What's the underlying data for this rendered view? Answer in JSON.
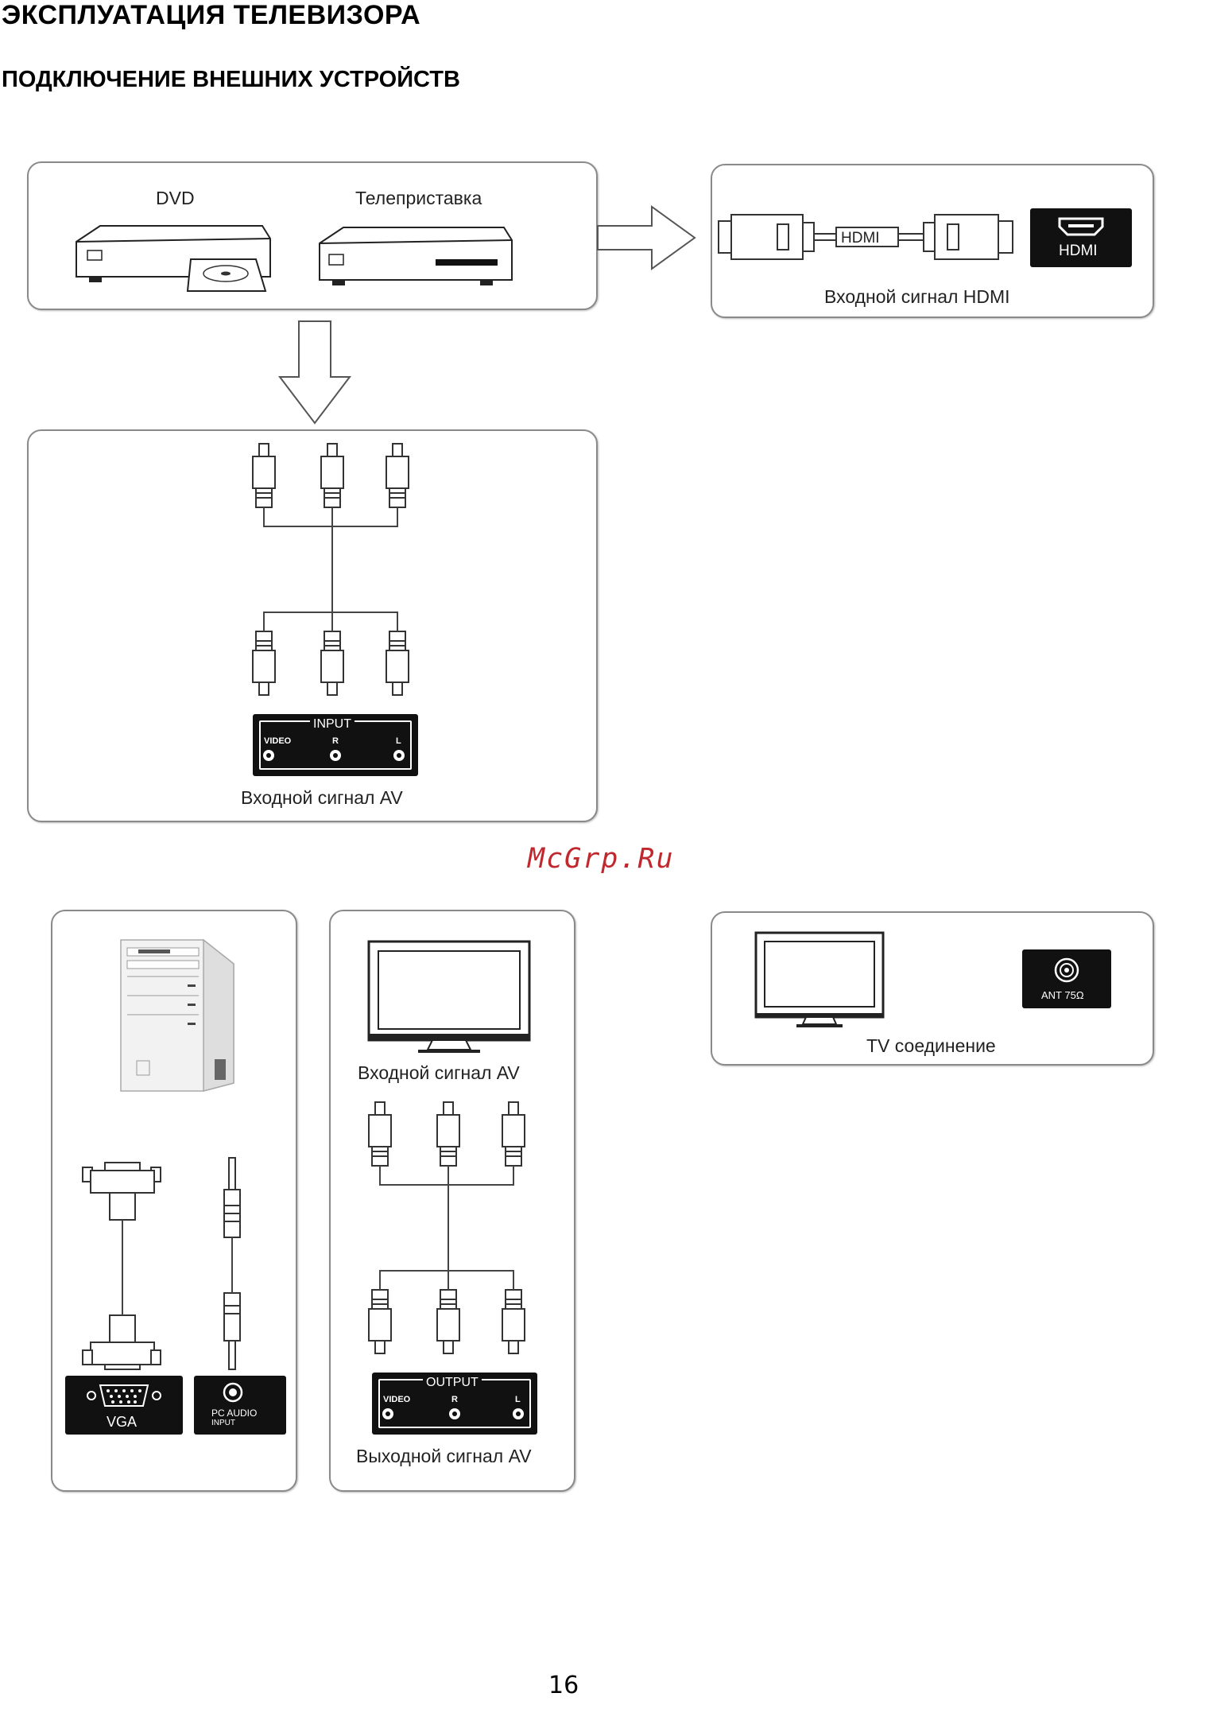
{
  "header": {
    "title": "ЭКСПЛУАТАЦИЯ ТЕЛЕВИЗОРА",
    "subtitle": "ПОДКЛЮЧЕНИЕ ВНЕШНИХ УСТРОЙСТВ"
  },
  "sources_panel": {
    "dvd_label": "DVD",
    "stb_label": "Телеприставка"
  },
  "hdmi_panel": {
    "cable_label": "HDMI",
    "port_label": "HDMI",
    "caption": "Входной сигнал HDMI"
  },
  "av_input_panel": {
    "port_title": "INPUT",
    "ports": [
      "VIDEO",
      "R",
      "L"
    ],
    "caption": "Входной сигнал AV"
  },
  "watermark": "McGrp.Ru",
  "pc_panel": {
    "vga_label": "VGA",
    "pc_audio_label_1": "PC AUDIO",
    "pc_audio_label_2": "INPUT"
  },
  "av_output_panel": {
    "top_caption": "Входной сигнал AV",
    "port_title": "OUTPUT",
    "ports": [
      "VIDEO",
      "R",
      "L"
    ],
    "caption": "Выходной сигнал AV"
  },
  "tv_panel": {
    "ant_label": "ANT 75Ω",
    "caption": "TV соединение"
  },
  "page_number": "16"
}
